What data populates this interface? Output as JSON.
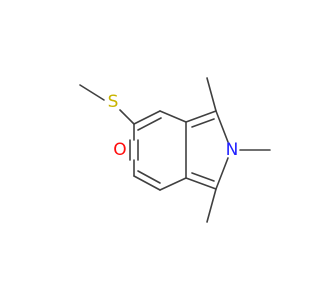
{
  "molecule": {
    "atoms": {
      "S": {
        "label": "S",
        "color": "#c8b400"
      },
      "O": {
        "label": "O",
        "color": "#ff0d0d"
      },
      "N": {
        "label": "N",
        "color": "#2020ff"
      }
    },
    "bond_color": "#404040",
    "background": "#ffffff"
  }
}
